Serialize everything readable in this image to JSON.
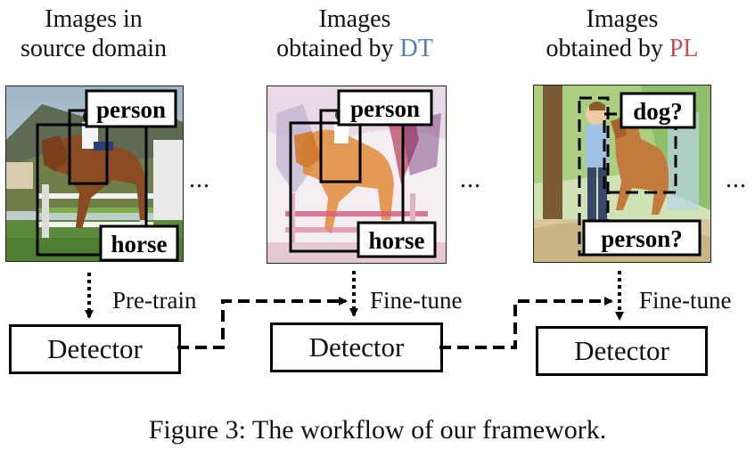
{
  "columns": [
    {
      "title_line1": "Images in",
      "title_line2": "source domain",
      "title_line2_suffix": ""
    },
    {
      "title_line1": "Images",
      "title_line2": "obtained by ",
      "title_line2_suffix": "DT"
    },
    {
      "title_line1": "Images",
      "title_line2": "obtained by ",
      "title_line2_suffix": "PL"
    }
  ],
  "labels": {
    "person": "person",
    "horse": "horse",
    "dog_q": "dog?",
    "person_q": "person?"
  },
  "ellipsis": "...",
  "stages": [
    "Pre-train",
    "Fine-tune",
    "Fine-tune"
  ],
  "detector_label": "Detector",
  "caption": "Figure 3: The workflow of our framework.",
  "colors": {
    "dt": "#4f7fb5",
    "pl": "#c0504d",
    "arrow": "#000000"
  }
}
